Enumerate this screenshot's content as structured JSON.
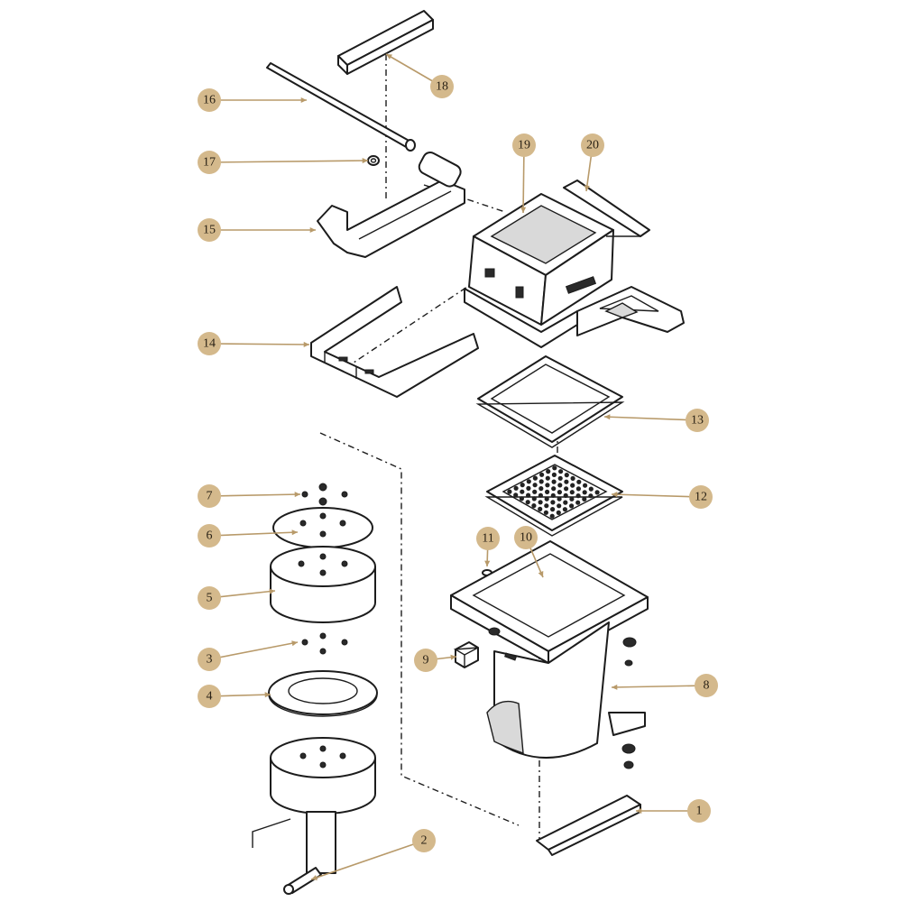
{
  "callouts": [
    {
      "label": "1"
    },
    {
      "label": "2"
    },
    {
      "label": "3"
    },
    {
      "label": "4"
    },
    {
      "label": "5"
    },
    {
      "label": "6"
    },
    {
      "label": "7"
    },
    {
      "label": "8"
    },
    {
      "label": "9"
    },
    {
      "label": "10"
    },
    {
      "label": "11"
    },
    {
      "label": "12"
    },
    {
      "label": "13"
    },
    {
      "label": "14"
    },
    {
      "label": "15"
    },
    {
      "label": "16"
    },
    {
      "label": "17"
    },
    {
      "label": "18"
    },
    {
      "label": "19"
    },
    {
      "label": "20"
    }
  ],
  "colors": {
    "badge": "#d4b98c",
    "leader": "#b89a6a",
    "line": "#1c1c1c"
  }
}
